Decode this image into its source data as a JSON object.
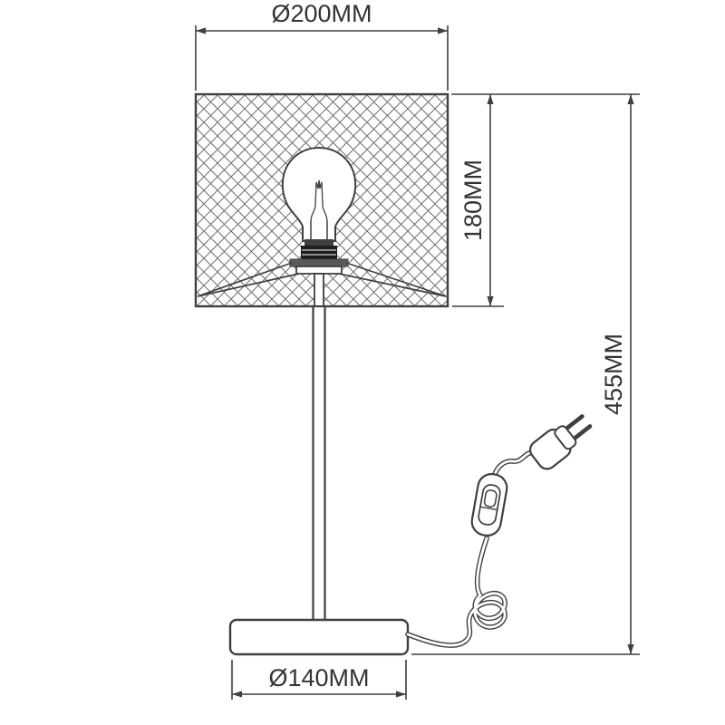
{
  "colors": {
    "ink": "#3f3f3f",
    "background": "#ffffff",
    "mesh": "#6f6f6f"
  },
  "dimensions": {
    "shade_width": "Ø200MM",
    "shade_height": "180MM",
    "overall_height": "455MM",
    "base_width": "Ø140MM"
  }
}
